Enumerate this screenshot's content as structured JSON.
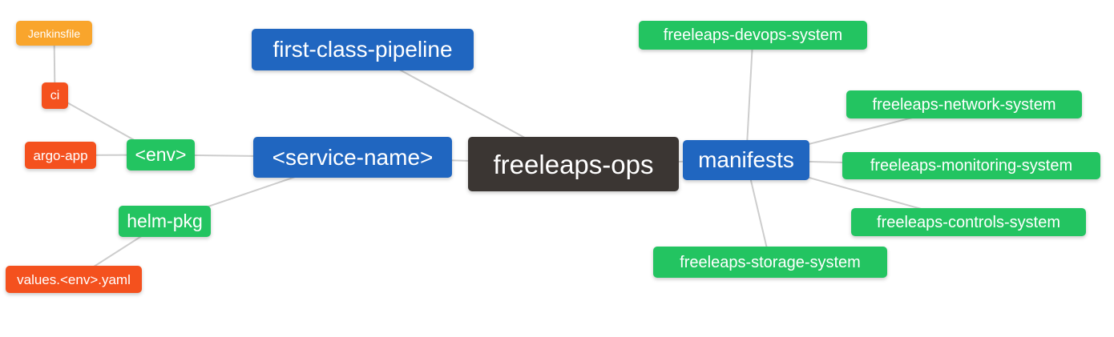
{
  "palette": {
    "blue": "#2066C0",
    "green": "#23C461",
    "orange": "#F9A52C",
    "red": "#F4511E",
    "dark": "#3B3633",
    "edge": "#CDCDCD",
    "text": "#FFFFFF",
    "bg": "#FFFFFF"
  },
  "diagram": {
    "type": "mindmap",
    "root": "freeleaps-ops",
    "nodes": [
      {
        "id": "jenkinsfile",
        "label": "Jenkinsfile",
        "color": "orange"
      },
      {
        "id": "ci",
        "label": "ci",
        "color": "red"
      },
      {
        "id": "argo-app",
        "label": "argo-app",
        "color": "red"
      },
      {
        "id": "env",
        "label": "<env>",
        "color": "green"
      },
      {
        "id": "helm-pkg",
        "label": "helm-pkg",
        "color": "green"
      },
      {
        "id": "values-env-yaml",
        "label": "values.<env>.yaml",
        "color": "red"
      },
      {
        "id": "first-class-pipeline",
        "label": "first-class-pipeline",
        "color": "blue"
      },
      {
        "id": "service-name",
        "label": "<service-name>",
        "color": "blue"
      },
      {
        "id": "freeleaps-ops",
        "label": "freeleaps-ops",
        "color": "dark"
      },
      {
        "id": "manifests",
        "label": "manifests",
        "color": "blue"
      },
      {
        "id": "freeleaps-devops-system",
        "label": "freeleaps-devops-system",
        "color": "green"
      },
      {
        "id": "freeleaps-network-system",
        "label": "freeleaps-network-system",
        "color": "green"
      },
      {
        "id": "freeleaps-monitoring-system",
        "label": "freeleaps-monitoring-system",
        "color": "green"
      },
      {
        "id": "freeleaps-controls-system",
        "label": "freeleaps-controls-system",
        "color": "green"
      },
      {
        "id": "freeleaps-storage-system",
        "label": "freeleaps-storage-system",
        "color": "green"
      }
    ],
    "edges": [
      [
        "jenkinsfile",
        "ci"
      ],
      [
        "ci",
        "env"
      ],
      [
        "argo-app",
        "env"
      ],
      [
        "env",
        "service-name"
      ],
      [
        "helm-pkg",
        "service-name"
      ],
      [
        "values-env-yaml",
        "helm-pkg"
      ],
      [
        "first-class-pipeline",
        "freeleaps-ops"
      ],
      [
        "service-name",
        "freeleaps-ops"
      ],
      [
        "freeleaps-ops",
        "manifests"
      ],
      [
        "manifests",
        "freeleaps-devops-system"
      ],
      [
        "manifests",
        "freeleaps-network-system"
      ],
      [
        "manifests",
        "freeleaps-monitoring-system"
      ],
      [
        "manifests",
        "freeleaps-controls-system"
      ],
      [
        "manifests",
        "freeleaps-storage-system"
      ]
    ]
  }
}
